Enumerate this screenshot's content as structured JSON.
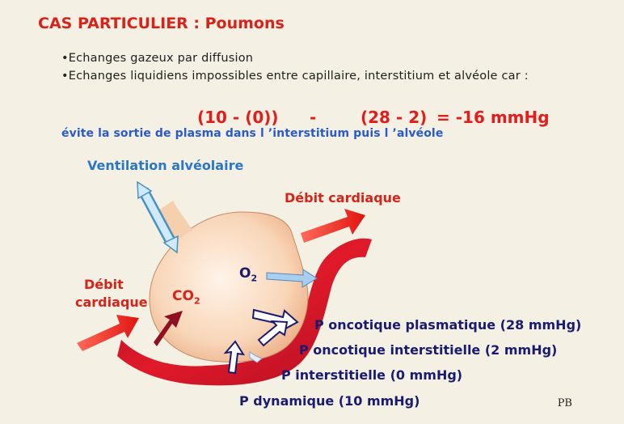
{
  "slide": {
    "title": "CAS PARTICULIER : Poumons",
    "bullets": [
      "•Echanges gazeux par diffusion",
      "•Echanges liquidiens impossibles entre capillaire, interstitium et alvéole car :"
    ],
    "equation": {
      "part1": "(10 - (0))",
      "minus": "-",
      "part2": "(28 - 2)",
      "result": "= -16 mmHg"
    },
    "note": "évite la sortie de plasma dans l ’interstitium puis l ’alvéole"
  },
  "diagram": {
    "ventilation_label": "Ventilation alvéolaire",
    "debit_top": "Débit cardiaque",
    "debit_left_line1": "Débit",
    "debit_left_line2": "cardiaque",
    "o2": {
      "base": "O",
      "sub": "2"
    },
    "co2": {
      "base": "CO",
      "sub": "2"
    },
    "pressures": [
      "P oncotique plasmatique (28 mmHg)",
      "P oncotique interstitielle (2 mmHg)",
      "P interstitielle (0 mmHg)",
      "P dynamique (10 mmHg)"
    ],
    "signature": "PB"
  },
  "colors": {
    "title_red": "#d9221a",
    "note_blue": "#2a5ad0",
    "ventilation_blue": "#2b77c4",
    "pressure_navy": "#1a1a70",
    "alveolus_fill": "#f6d3b4",
    "capillary_red": "#c8102e"
  }
}
